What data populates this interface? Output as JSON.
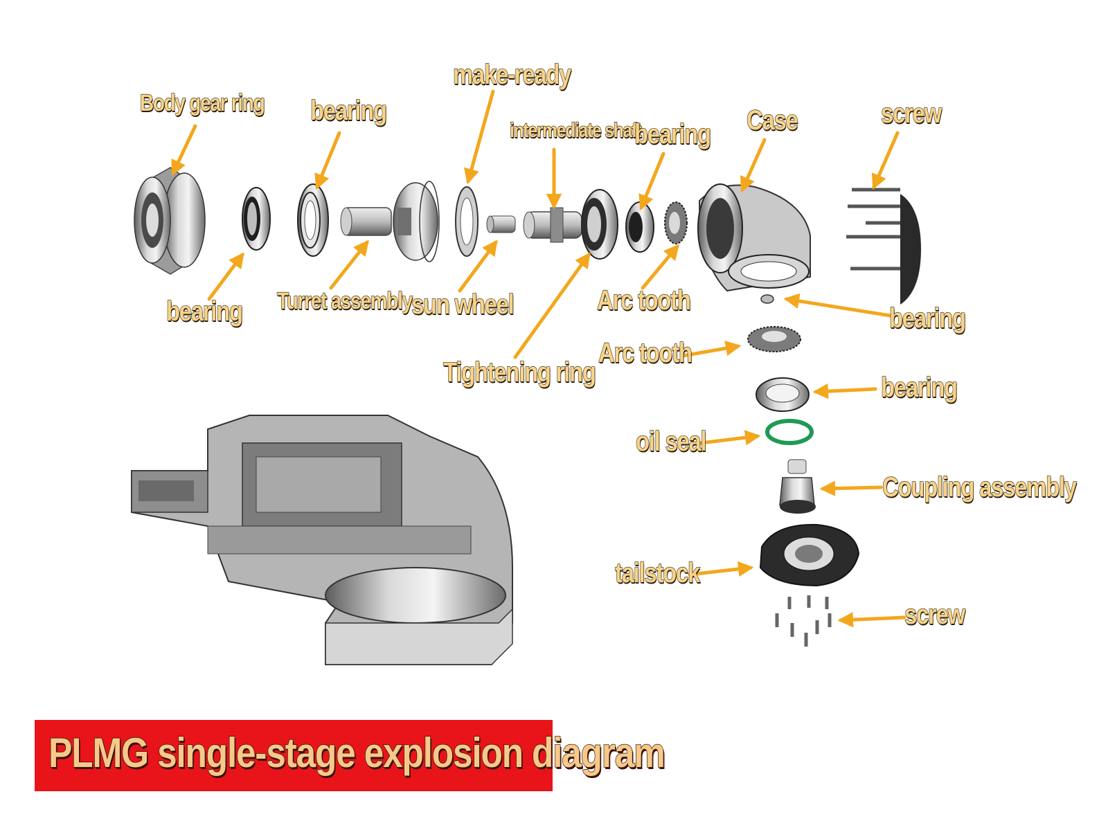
{
  "colors": {
    "label_fill": "#f7d48a",
    "label_outline": "#1b1209",
    "arrow": "#f3a71d",
    "banner": "#e8141a",
    "oil_seal": "#1f9a55"
  },
  "labels": {
    "body_gear_ring": "Body gear ring",
    "bearing_top_1": "bearing",
    "make_ready": "make-ready",
    "intermediate_shaft": "intermediate shaft",
    "bearing_top_2": "bearing",
    "case": "Case",
    "screw_top": "screw",
    "bearing_bottom_1": "bearing",
    "turret_assembly": "Turret assembly",
    "sun_wheel": "sun wheel",
    "arc_tooth_1": "Arc tooth",
    "bearing_right_1": "bearing",
    "arc_tooth_2": "Arc tooth",
    "tightening_ring": "Tightening ring",
    "bearing_right_2": "bearing",
    "oil_seal": "oil seal",
    "coupling_assembly": "Coupling assembly",
    "tailstock": "tailstock",
    "screw_bottom": "screw"
  },
  "title": "PLMG single-stage explosion diagram"
}
